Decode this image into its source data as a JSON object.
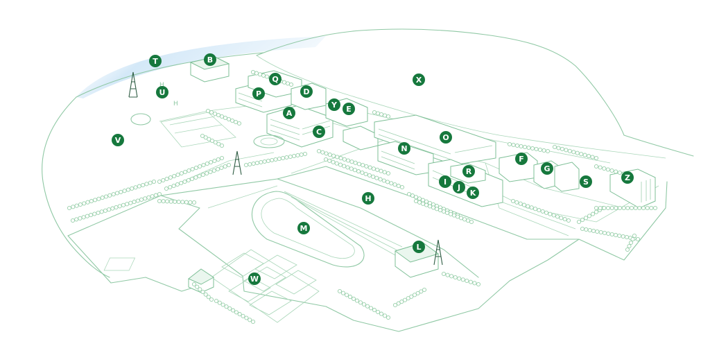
{
  "colors": {
    "marker_fill": "#16783d",
    "marker_text": "#ffffff",
    "line": "#8fc8a4",
    "sky_glow": "#cfe6f7",
    "background": "#ffffff"
  },
  "markers": [
    {
      "id": "A",
      "label": "A"
    },
    {
      "id": "B",
      "label": "B"
    },
    {
      "id": "C",
      "label": "C"
    },
    {
      "id": "D",
      "label": "D"
    },
    {
      "id": "E",
      "label": "E"
    },
    {
      "id": "F",
      "label": "F"
    },
    {
      "id": "G",
      "label": "G"
    },
    {
      "id": "H",
      "label": "H"
    },
    {
      "id": "I",
      "label": "I"
    },
    {
      "id": "J",
      "label": "J"
    },
    {
      "id": "K",
      "label": "K"
    },
    {
      "id": "L",
      "label": "L"
    },
    {
      "id": "M",
      "label": "M"
    },
    {
      "id": "N",
      "label": "N"
    },
    {
      "id": "O",
      "label": "O"
    },
    {
      "id": "P",
      "label": "P"
    },
    {
      "id": "Q",
      "label": "Q"
    },
    {
      "id": "R",
      "label": "R"
    },
    {
      "id": "S",
      "label": "S"
    },
    {
      "id": "T",
      "label": "T"
    },
    {
      "id": "U",
      "label": "U"
    },
    {
      "id": "V",
      "label": "V"
    },
    {
      "id": "W",
      "label": "W"
    },
    {
      "id": "X",
      "label": "X"
    },
    {
      "id": "Y",
      "label": "Y"
    },
    {
      "id": "Z",
      "label": "Z"
    }
  ]
}
